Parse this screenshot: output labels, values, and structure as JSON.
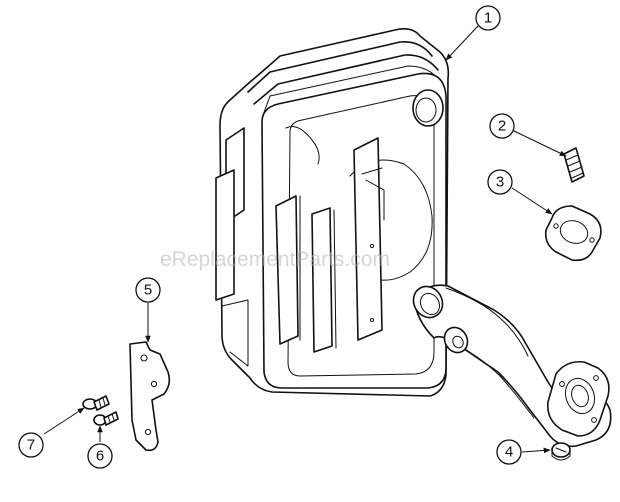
{
  "watermark": "eReplacementParts.com",
  "callouts": [
    "1",
    "2",
    "3",
    "4",
    "5",
    "6",
    "7"
  ],
  "parts": {
    "muffler": "muffler-body",
    "stud": "stud",
    "gasket": "gasket",
    "plug": "plug",
    "bracket": "muffler-bracket",
    "screw_a": "screw",
    "screw_b": "screw"
  }
}
